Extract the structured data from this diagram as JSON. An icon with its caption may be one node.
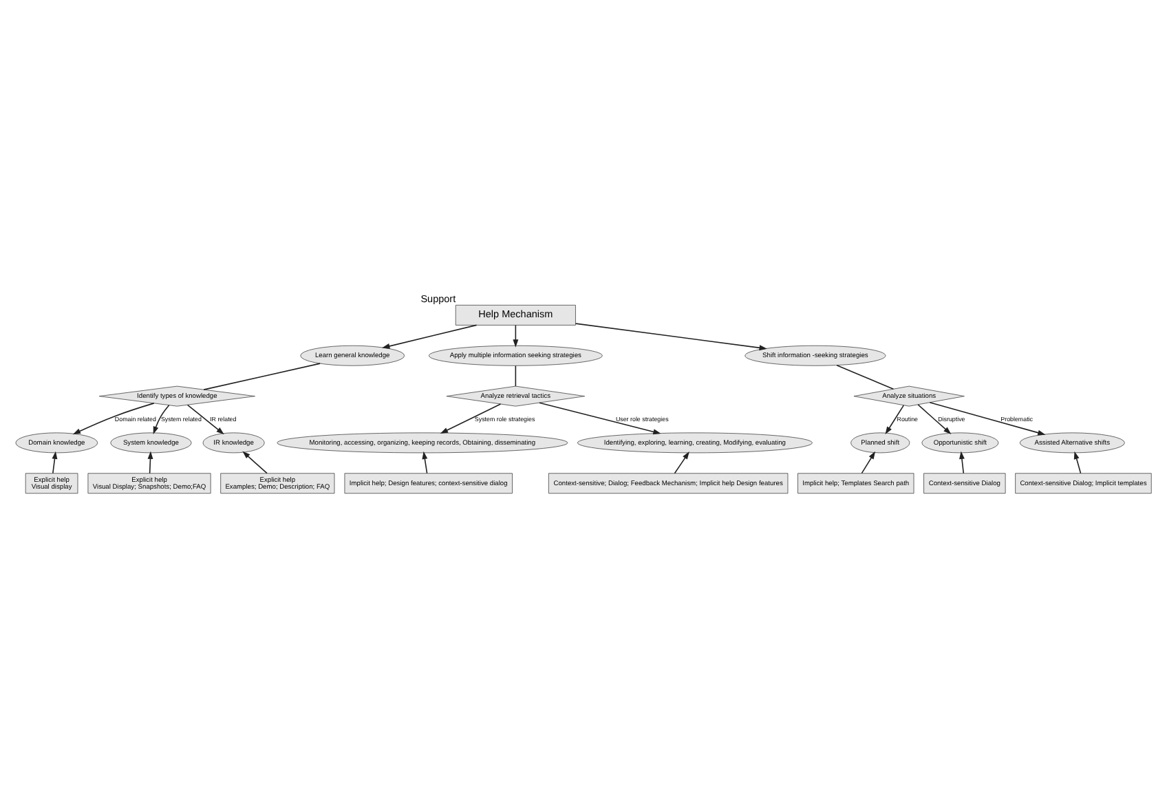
{
  "diagram": {
    "nodes": [
      {
        "text": [
          "Help Mechanism"
        ],
        "beside": [
          "Support"
        ]
      },
      {
        "text": [
          "Learn general knowledge"
        ]
      },
      {
        "text": [
          "Apply multiple information seeking strategies"
        ]
      },
      {
        "text": [
          "Shift information -seeking strategies"
        ]
      },
      {
        "text": [
          "Identify types of knowledge"
        ]
      },
      {
        "text": [
          "Analyze retrieval tactics"
        ]
      },
      {
        "text": [
          "Analyze situations"
        ]
      },
      {
        "text": [
          "Domain knowledge"
        ]
      },
      {
        "text": [
          "System knowledge"
        ]
      },
      {
        "text": [
          "IR knowledge"
        ]
      },
      {
        "text": [
          "Monitoring, accessing, organizing, keeping records, Obtaining, disseminating"
        ]
      },
      {
        "text": [
          "Identifying, exploring, learning, creating, Modifying, evaluating"
        ]
      },
      {
        "text": [
          "Planned shift"
        ]
      },
      {
        "text": [
          "Opportunistic shift"
        ]
      },
      {
        "text": [
          "Assisted Alternative shifts"
        ]
      },
      {
        "text": [
          "Explicit help",
          "Visual display"
        ]
      },
      {
        "text": [
          "Explicit help",
          "Visual Display; Snapshots; Demo;FAQ"
        ]
      },
      {
        "text": [
          "Explicit help",
          "Examples; Demo; Description; FAQ"
        ]
      },
      {
        "text": [
          "Implicit help; Design features; context-sensitive dialog"
        ]
      },
      {
        "text": [
          "Context-sensitive; Dialog; Feedback Mechanism; Implicit help Design features"
        ]
      },
      {
        "text": [
          "Implicit help; Templates Search path"
        ]
      },
      {
        "text": [
          "Context-sensitive Dialog"
        ]
      },
      {
        "text": [
          "Context-sensitive Dialog; Implicit templates"
        ]
      }
    ],
    "edges": [
      {
        "from": 0,
        "to": 1,
        "arrow": "to"
      },
      {
        "from": 0,
        "to": 2,
        "arrow": "to"
      },
      {
        "from": 0,
        "to": 3,
        "arrow": "to"
      },
      {
        "from": 1,
        "to": 4,
        "arrow": "none"
      },
      {
        "from": 2,
        "to": 5,
        "arrow": "none"
      },
      {
        "from": 3,
        "to": 6,
        "arrow": "none"
      },
      {
        "from": 4,
        "to": 7,
        "arrow": "to",
        "label": "Domain related"
      },
      {
        "from": 4,
        "to": 8,
        "arrow": "to",
        "label": "System related"
      },
      {
        "from": 4,
        "to": 9,
        "arrow": "to",
        "label": "IR related"
      },
      {
        "from": 5,
        "to": 10,
        "arrow": "to",
        "label": "System role strategies"
      },
      {
        "from": 5,
        "to": 11,
        "arrow": "to",
        "label": "User role strategies"
      },
      {
        "from": 6,
        "to": 12,
        "arrow": "to",
        "label": "Routine"
      },
      {
        "from": 6,
        "to": 13,
        "arrow": "to",
        "label": "Disruptive"
      },
      {
        "from": 6,
        "to": 14,
        "arrow": "to",
        "label": "Problematic"
      },
      {
        "from": 15,
        "to": 7,
        "arrow": "to"
      },
      {
        "from": 16,
        "to": 8,
        "arrow": "to"
      },
      {
        "from": 17,
        "to": 9,
        "arrow": "to"
      },
      {
        "from": 18,
        "to": 10,
        "arrow": "to"
      },
      {
        "from": 19,
        "to": 11,
        "arrow": "to"
      },
      {
        "from": 20,
        "to": 12,
        "arrow": "to"
      },
      {
        "from": 21,
        "to": 13,
        "arrow": "to"
      },
      {
        "from": 22,
        "to": 14,
        "arrow": "to"
      }
    ]
  }
}
